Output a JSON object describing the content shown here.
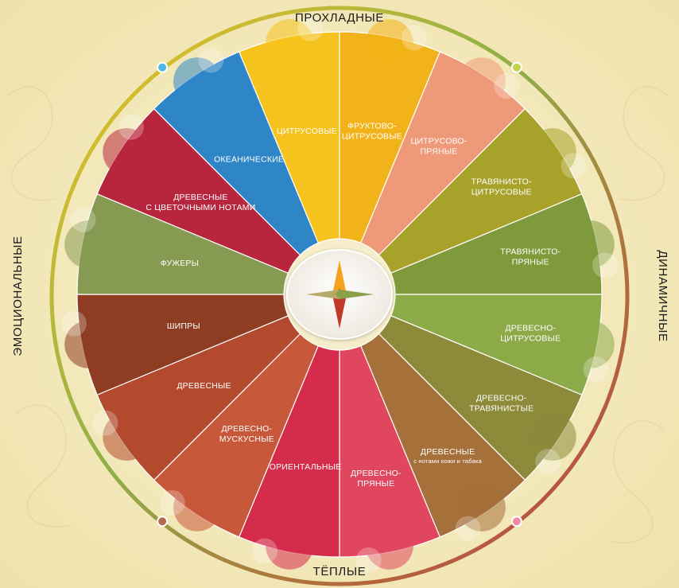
{
  "axes": {
    "top": "ПРОХЛАДНЫЕ",
    "bottom": "ТЁПЛЫЕ",
    "left": "ЭМОЦИОНАЛЬНЫЕ",
    "right": "ДИНАМИЧНЫЕ"
  },
  "segments": [
    {
      "id": "citrus",
      "lines": [
        "ЦИТРУСОВЫЕ"
      ],
      "color": "#f6c31e"
    },
    {
      "id": "fruit-citrus",
      "lines": [
        "ФРУКТОВО-",
        "ЦИТРУСОВЫЕ"
      ],
      "color": "#f2b31a"
    },
    {
      "id": "citrus-spicy",
      "lines": [
        "ЦИТРУСОВО-",
        "ПРЯНЫЕ"
      ],
      "color": "#ee9a78"
    },
    {
      "id": "herbal-citrus",
      "lines": [
        "ТРАВЯНИСТО-",
        "ЦИТРУСОВЫЕ"
      ],
      "color": "#a8a22a"
    },
    {
      "id": "herbal-spicy",
      "lines": [
        "ТРАВЯНИСТО-",
        "ПРЯНЫЕ"
      ],
      "color": "#7f9a3a"
    },
    {
      "id": "woody-citrus",
      "lines": [
        "ДРЕВЕСНО-",
        "ЦИТРУСОВЫЕ"
      ],
      "color": "#8cab48"
    },
    {
      "id": "woody-herbal",
      "lines": [
        "ДРЕВЕСНО-",
        "ТРАВЯНИСТЫЕ"
      ],
      "color": "#8d8a3a"
    },
    {
      "id": "woody-leather",
      "lines": [
        "ДРЕВЕСНЫЕ"
      ],
      "subline": "с нотами кожи и табака",
      "color": "#a5703a"
    },
    {
      "id": "woody-spicy",
      "lines": [
        "ДРЕВЕСНО-",
        "ПРЯНЫЕ"
      ],
      "color": "#e0475e"
    },
    {
      "id": "oriental",
      "lines": [
        "ОРИЕНТАЛЬНЫЕ"
      ],
      "color": "#d42c4a"
    },
    {
      "id": "woody-musky",
      "lines": [
        "ДРЕВЕСНО-",
        "МУСКУСНЫЕ"
      ],
      "color": "#c8583a"
    },
    {
      "id": "woody",
      "lines": [
        "ДРЕВЕСНЫЕ"
      ],
      "color": "#b34a2e"
    },
    {
      "id": "chypre",
      "lines": [
        "ШИПРЫ"
      ],
      "color": "#8e3d22"
    },
    {
      "id": "fougere",
      "lines": [
        "ФУЖЕРЫ"
      ],
      "color": "#869a52"
    },
    {
      "id": "woody-floral",
      "lines": [
        "ДРЕВЕСНЫЕ",
        "С ЦВЕТОЧНЫМИ НОТАМИ"
      ],
      "color": "#b8263e"
    },
    {
      "id": "oceanic",
      "lines": [
        "ОКЕАНИЧЕСКИЕ"
      ],
      "color": "#2f86c6"
    }
  ],
  "ring": {
    "color_cool": "#f2c21f",
    "color_dynamic": "#8fb04a",
    "color_warm": "#b46a3a",
    "color_emotional": "#b93a4e"
  },
  "markers": [
    {
      "id": "top-left",
      "color": "#4fb8e6"
    },
    {
      "id": "top-right",
      "color": "#c8d14a"
    },
    {
      "id": "bottom-right",
      "color": "#f08aa0"
    },
    {
      "id": "bottom-left",
      "color": "#b46a50"
    }
  ]
}
